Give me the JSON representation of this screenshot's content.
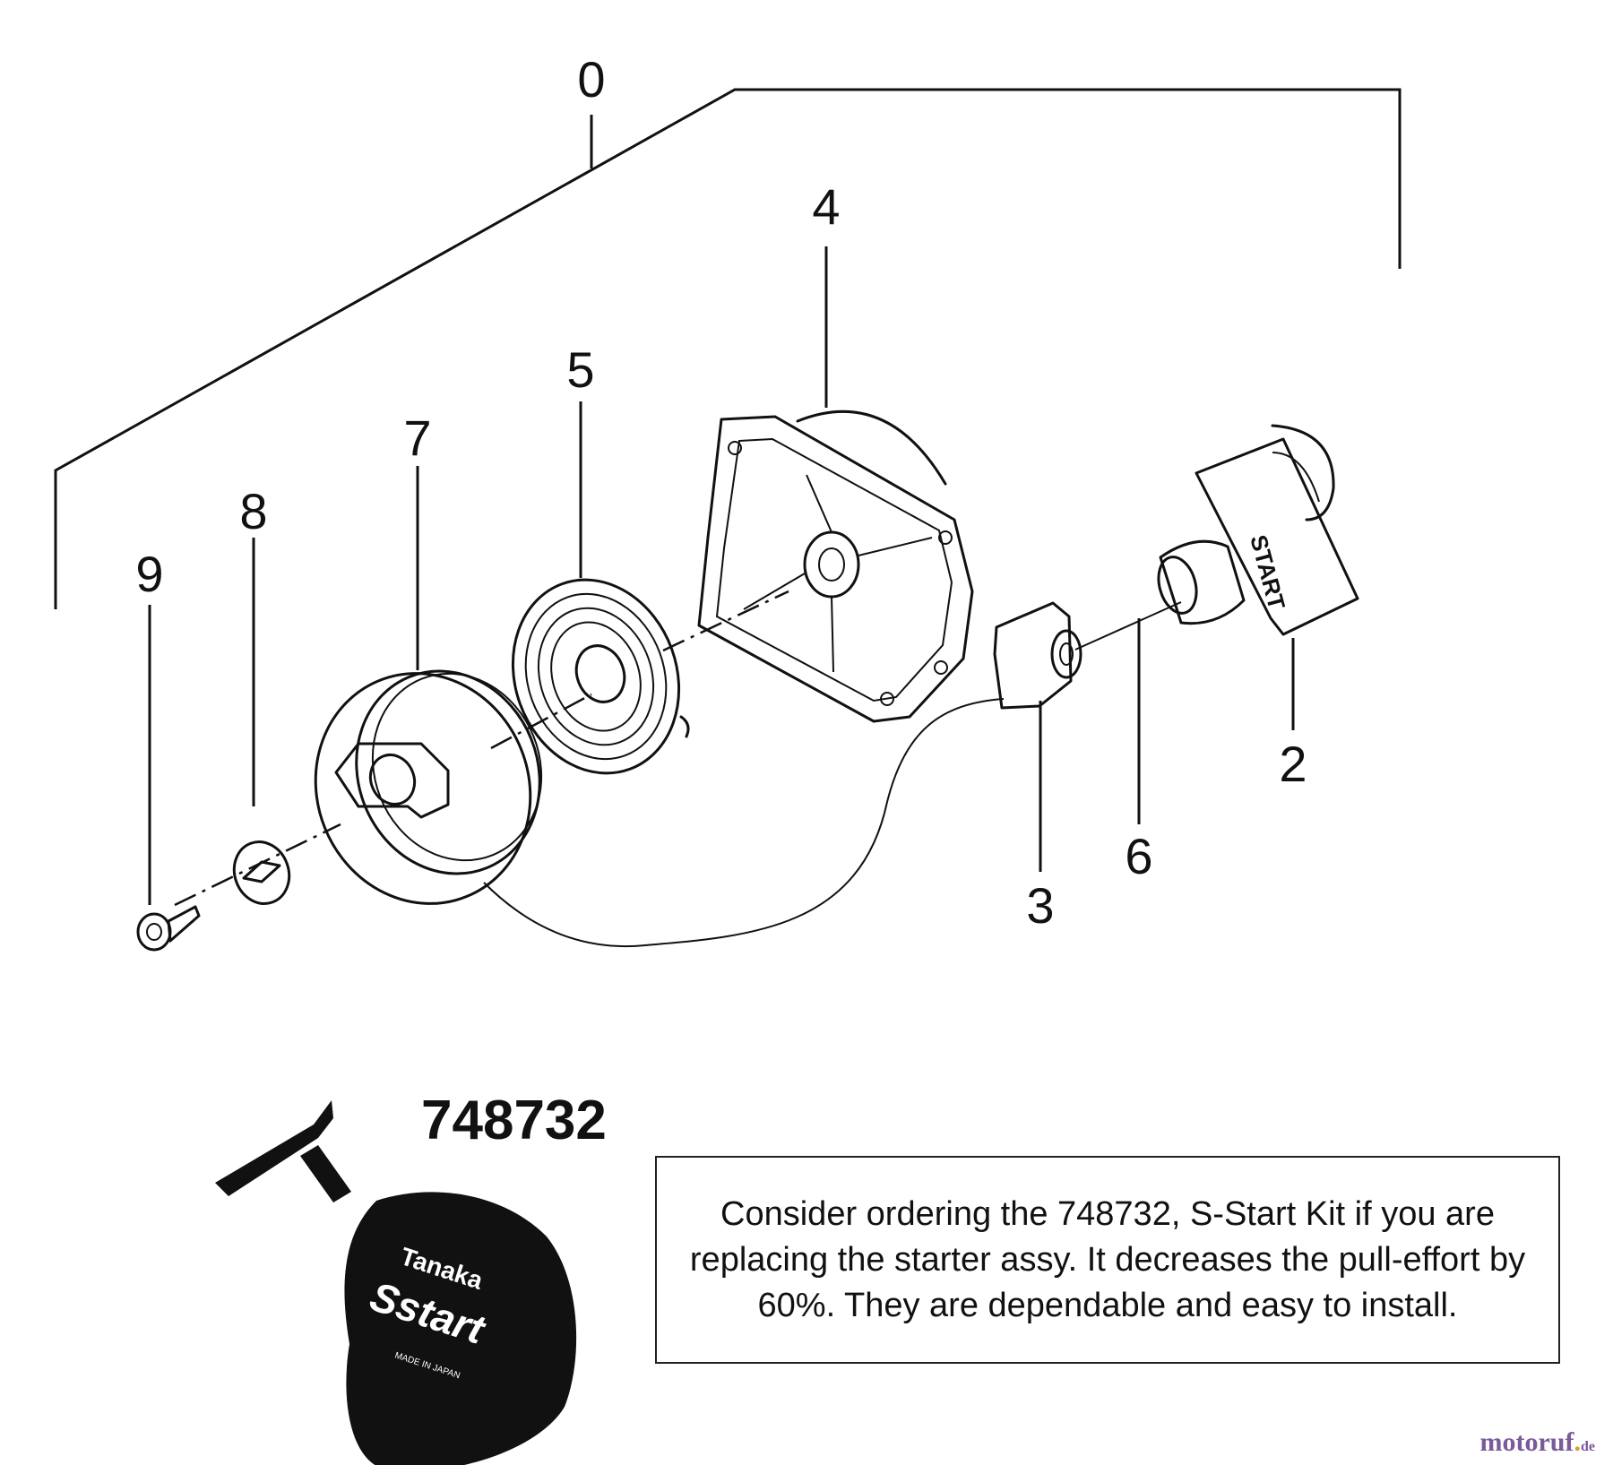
{
  "diagram": {
    "callouts": {
      "c0": "0",
      "c2": "2",
      "c3": "3",
      "c4": "4",
      "c5": "5",
      "c6": "6",
      "c7": "7",
      "c8": "8",
      "c9": "9"
    },
    "handle_label": "START",
    "kit_label_brand": "Tanaka",
    "kit_label_product": "Sstart",
    "kit_label_origin": "MADE IN JAPAN"
  },
  "kit": {
    "number": "748732",
    "note": "Consider ordering the 748732, S-Start Kit if  you are replacing the starter assy. It decreases the pull-effort by 60%. They are dependable and easy to install."
  },
  "watermark": {
    "name": "motoruf",
    "dot": ".",
    "tld": "de"
  }
}
